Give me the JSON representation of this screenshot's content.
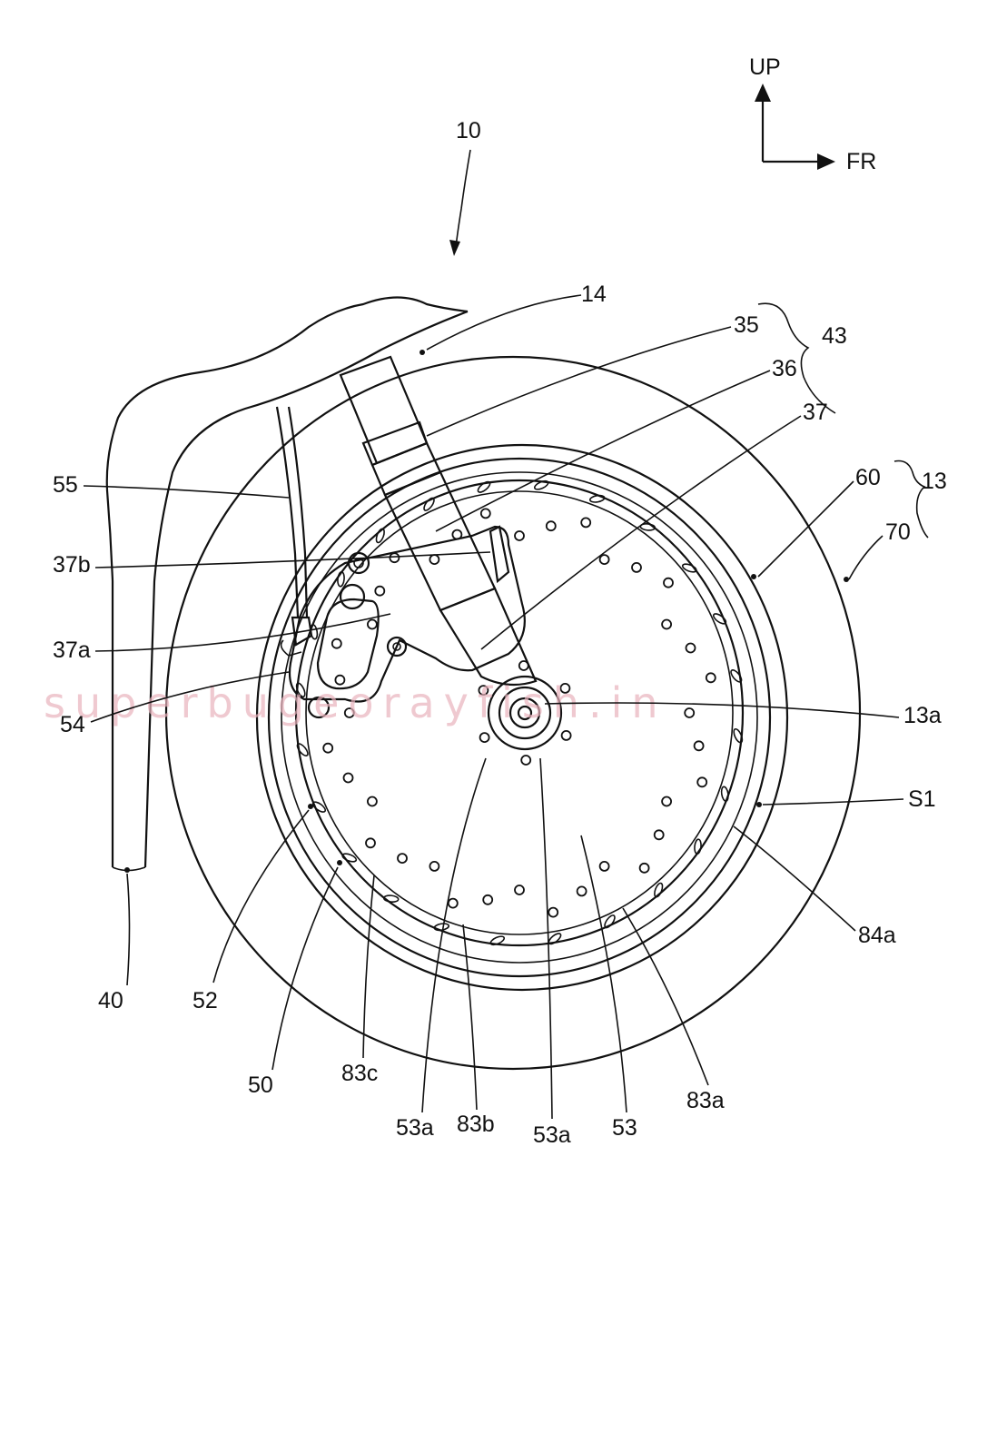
{
  "figure": {
    "reference_numeral": "10",
    "direction_up": "UP",
    "direction_front": "FR",
    "watermark": "superbugeorayfish.in"
  },
  "callouts": [
    {
      "id": "14",
      "label": "14"
    },
    {
      "id": "35",
      "label": "35"
    },
    {
      "id": "43",
      "label": "43"
    },
    {
      "id": "36",
      "label": "36"
    },
    {
      "id": "37",
      "label": "37"
    },
    {
      "id": "60",
      "label": "60"
    },
    {
      "id": "13",
      "label": "13"
    },
    {
      "id": "70",
      "label": "70"
    },
    {
      "id": "55",
      "label": "55"
    },
    {
      "id": "37b",
      "label": "37b"
    },
    {
      "id": "37a",
      "label": "37a"
    },
    {
      "id": "54",
      "label": "54"
    },
    {
      "id": "13a",
      "label": "13a"
    },
    {
      "id": "S1",
      "label": "S1"
    },
    {
      "id": "84a",
      "label": "84a"
    },
    {
      "id": "40",
      "label": "40"
    },
    {
      "id": "52",
      "label": "52"
    },
    {
      "id": "50",
      "label": "50"
    },
    {
      "id": "83c",
      "label": "83c"
    },
    {
      "id": "53a_left",
      "label": "53a"
    },
    {
      "id": "83b",
      "label": "83b"
    },
    {
      "id": "53a_right",
      "label": "53a"
    },
    {
      "id": "53",
      "label": "53"
    },
    {
      "id": "83a",
      "label": "83a"
    }
  ]
}
